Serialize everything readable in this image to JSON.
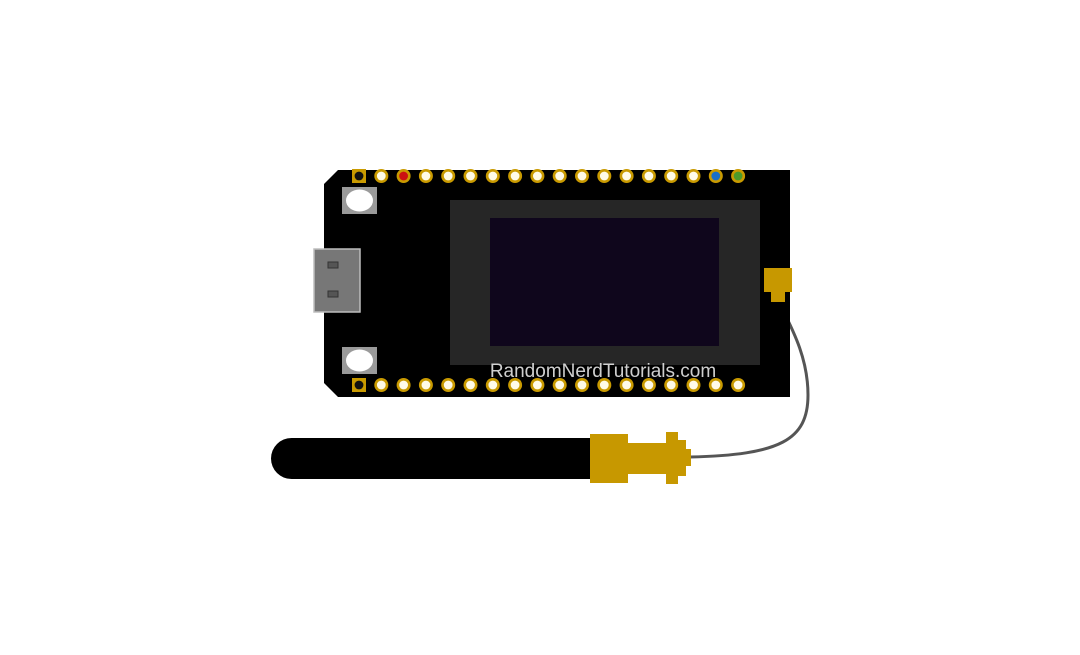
{
  "watermark": "RandomNerdTutorials.com",
  "colors": {
    "background": "#ffffff",
    "board": "#000000",
    "display_frame": "#262626",
    "display_screen": "#0f061c",
    "pad_gold": "#c99a00",
    "pad_inner": "#fffbe8",
    "usb_port": "#777777",
    "button_housing": "#9a9a9a",
    "button_cap": "#ffffff",
    "antenna_body": "#000000",
    "antenna_connector": "#c79800",
    "cable": "#555555",
    "pin_red": "#cc1111",
    "pin_blue": "#1a6fc9",
    "pin_green": "#4c9a2a",
    "pin_black": "#111111"
  },
  "components": {
    "board": "lora-oled-dev-board",
    "display": "oled-display",
    "usb": "usb-connector",
    "buttons": [
      "reset-button",
      "prg-button"
    ],
    "antenna": "lora-antenna",
    "connector": "ipex-connector",
    "cable": "antenna-cable"
  },
  "pins": {
    "top_row_count": 18,
    "bottom_row_count": 18,
    "top_row_markers": {
      "0": "square",
      "2": "red",
      "16": "blue",
      "17": "green"
    },
    "bottom_row_markers": {
      "0": "square"
    }
  }
}
